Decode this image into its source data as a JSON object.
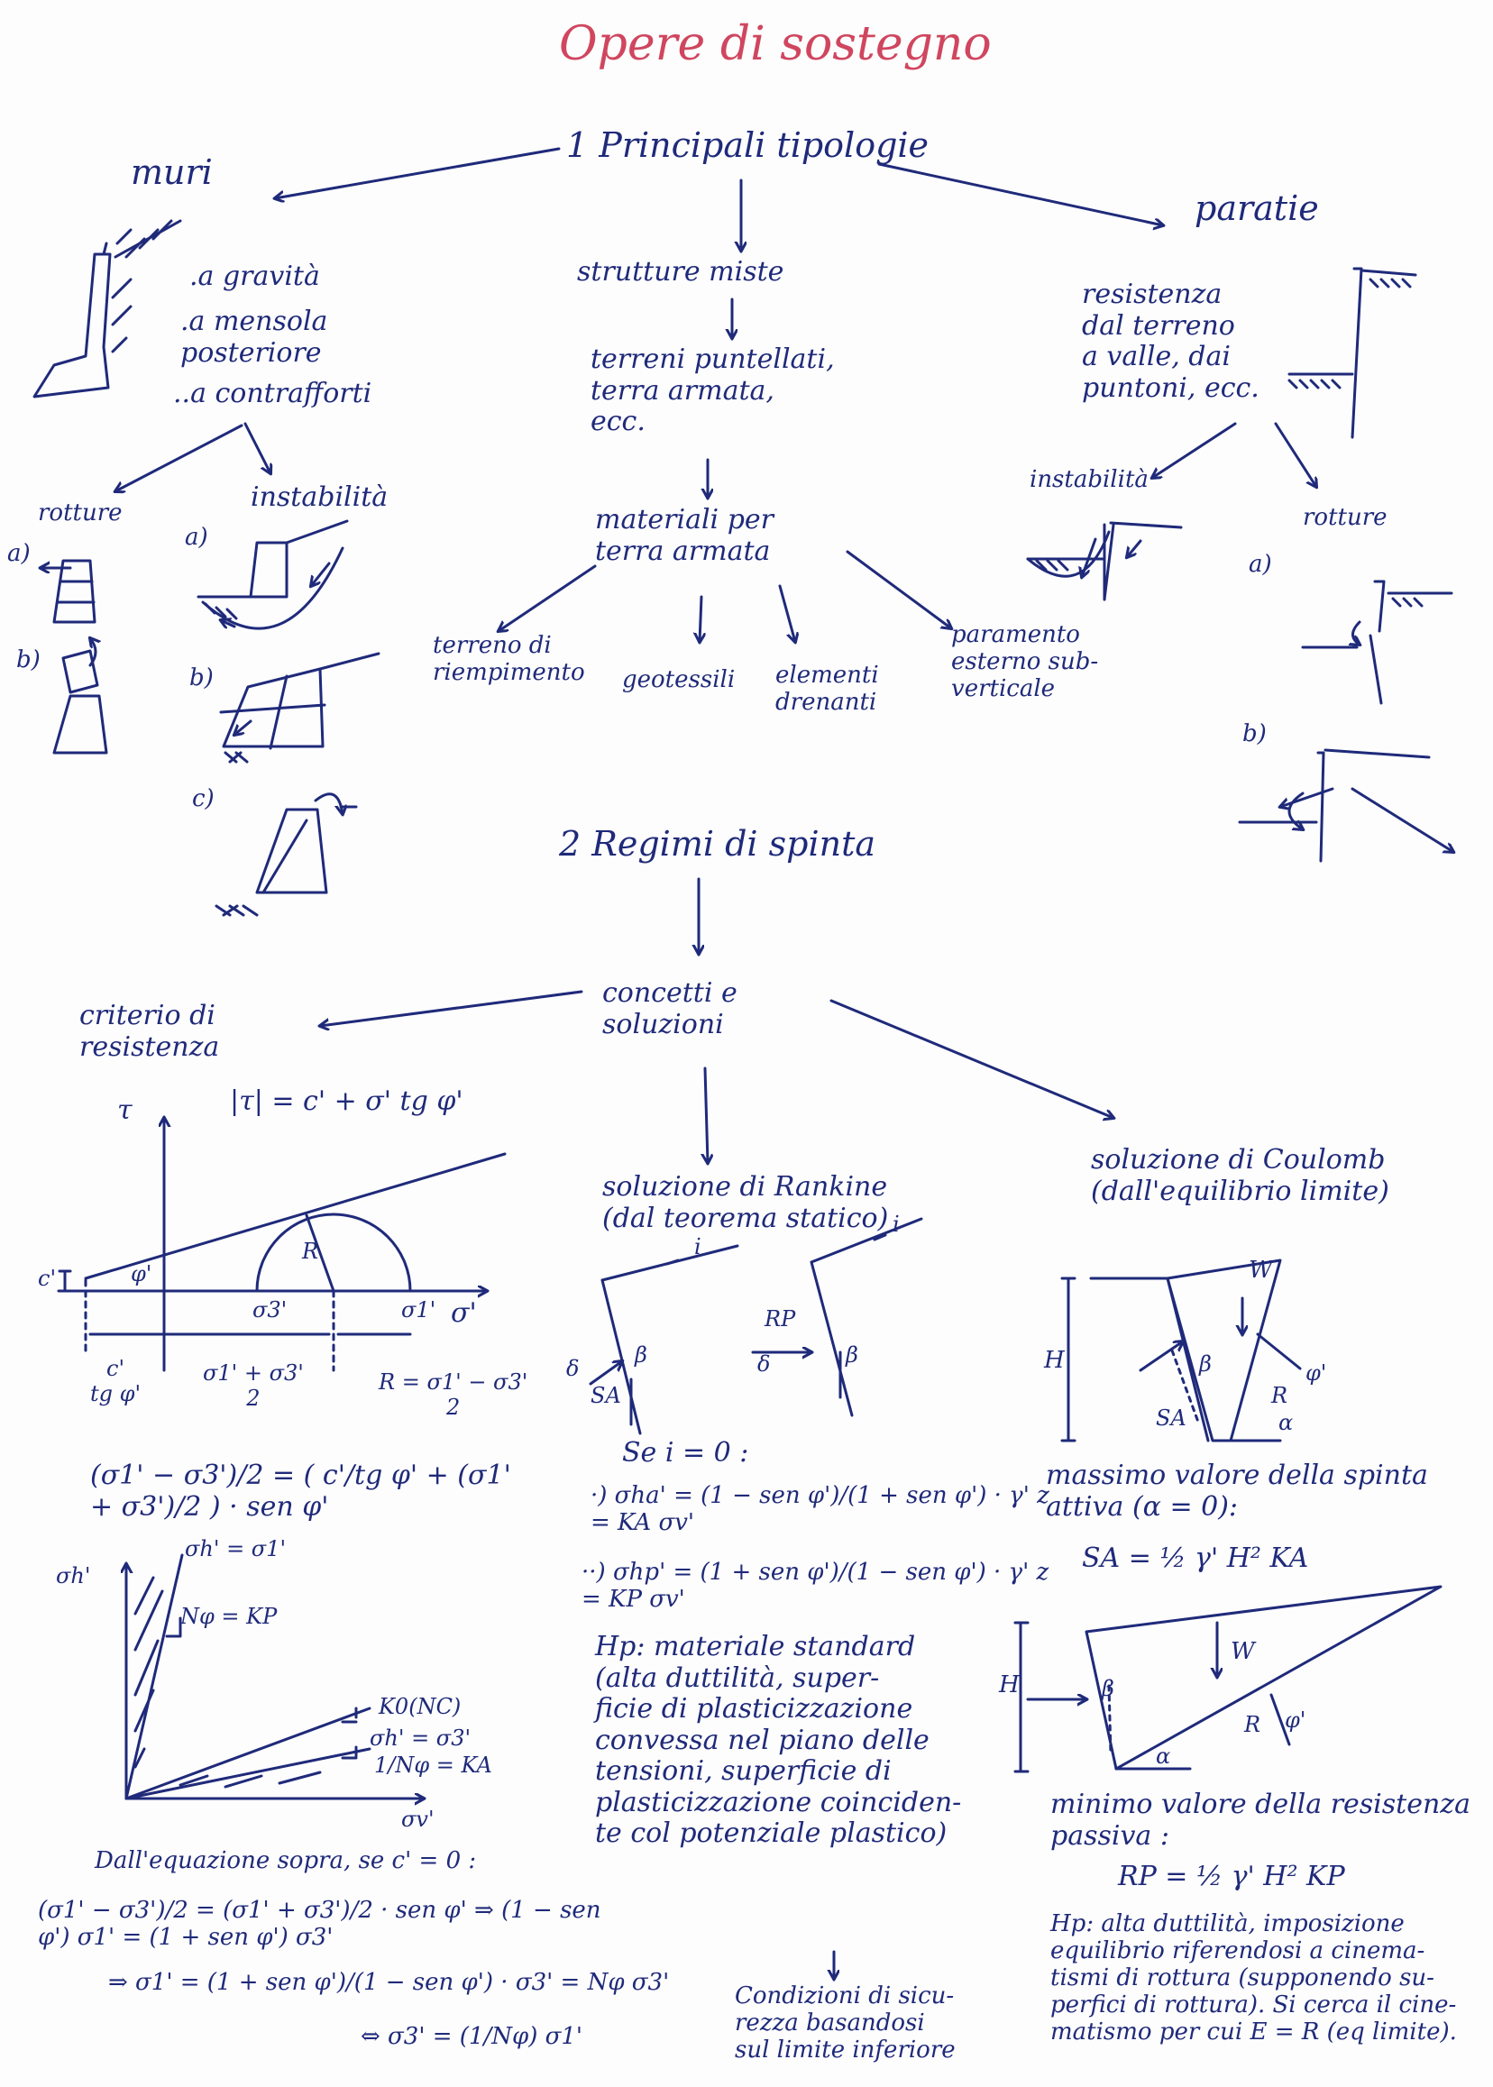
{
  "title": "Opere di sostegno",
  "section1": {
    "heading": "1 Principali tipologie",
    "muri": {
      "label": "muri",
      "types": [
        ".a gravità",
        ".a mensola posteriore",
        "..a contrafforti"
      ],
      "rotture": "rotture",
      "rot_a": "a)",
      "rot_b": "b)",
      "instabilita": "instabilità",
      "inst_a": "a)",
      "inst_b": "b)",
      "inst_c": "c)"
    },
    "strutture_miste": {
      "label": "strutture miste",
      "examples": "terreni puntellati,\nterra armata,\necc.",
      "materiali": "materiali per\nterra armata",
      "components": [
        "terreno di riempimento",
        "geotessili",
        "elementi drenanti",
        "paramento esterno sub-verticale"
      ]
    },
    "paratie": {
      "label": "paratie",
      "resistenza": "resistenza\ndal terreno\na valle, dai\npuntoni, ecc.",
      "instabilita": "instabilità",
      "rotture": "rotture",
      "a": "a)",
      "b": "b)"
    }
  },
  "section2": {
    "heading": "2 Regimi di spinta",
    "concetti": "concetti e\nsoluzioni",
    "criterio": {
      "label": "criterio di\nresistenza",
      "eq": "|τ| = c' + σ' tg φ'",
      "tau_axis": "τ",
      "sigma_axis": "σ'",
      "c_label": "c'",
      "phi_label": "φ'",
      "s3": "σ3'",
      "s1": "σ1'",
      "R": "R",
      "d1": "c'\ntg φ'",
      "d2": "σ1' + σ3'\n2",
      "d3": "R = σ1' − σ3'\n2",
      "main_eq": "(σ1' − σ3')/2 = ( c'/tg φ' + (σ1' + σ3')/2 ) · sen φ'",
      "graph2_y": "σh'",
      "graph2_x": "σv'",
      "graph2_top": "σh' = σ1'",
      "np_kp": "Nφ = KP",
      "k0": "K0(NC)",
      "s3eq": "σh' = σ3'",
      "ka": "1/Nφ = KA",
      "dalle": "Dall'equazione sopra, se c' = 0 :",
      "eq1": "(σ1' − σ3')/2 = (σ1' + σ3')/2 · sen φ'  ⇒ (1 − sen φ') σ1' = (1 + sen φ') σ3'",
      "eq2": "⇒ σ1' = (1 + sen φ')/(1 − sen φ') · σ3' = Nφ σ3'",
      "eq3": "⇔ σ3' = (1/Nφ) σ1'"
    },
    "rankine": {
      "label": "soluzione di Rankine\n(dal teorema statico)",
      "i": "i",
      "beta": "β",
      "delta": "δ",
      "SA": "SA",
      "RP": "RP",
      "se": "Se i = 0 :",
      "ka_eq": "·) σha' = (1 − sen φ')/(1 + sen φ') · γ' z = KA σv'",
      "kp_eq": "··) σhp' = (1 + sen φ')/(1 − sen φ') · γ' z = KP σv'",
      "hp": "Hp: materiale standard\n(alta duttilità, super-\nficie di plasticizzazione\nconvessa nel piano delle\ntensioni, superficie di\nplasticizzazione coinciden-\nte col potenziale plastico)",
      "condizioni": "Condizioni di sicu-\nrezza basandosi\nsul limite inferiore"
    },
    "coulomb": {
      "label": "soluzione di Coulomb\n(dall'equilibrio limite)",
      "H": "H",
      "W": "W",
      "R": "R",
      "phi": "φ'",
      "alpha": "α",
      "beta": "β",
      "SA": "SA",
      "massimo": "massimo valore della spinta\nattiva (α = 0):",
      "sa_eq": "SA = ½ γ' H² KA",
      "minimo": "minimo valore della resistenza\npassiva :",
      "rp_eq": "RP = ½ γ' H² KP",
      "hp": "Hp: alta duttilità, imposizione\nequilibrio riferendosi a cinema-\ntismi di rottura (supponendo su-\nperfici di rottura). Si cerca il cine-\nmatismo per cui E = R (eq limite)."
    }
  }
}
